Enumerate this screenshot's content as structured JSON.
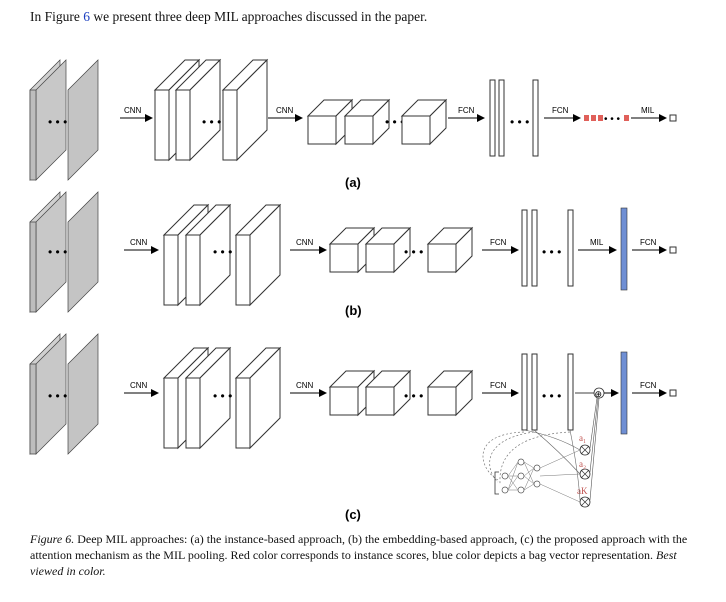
{
  "intro": {
    "pre": "In Figure ",
    "ref": "6",
    "post": " we present three deep MIL approaches discussed in the paper."
  },
  "labels": {
    "cnn": "CNN",
    "fcn": "FCN",
    "mil": "MIL",
    "dots": "• • •"
  },
  "panels": {
    "a": "(a)",
    "b": "(b)",
    "c": "(c)"
  },
  "attention": {
    "a1": "a₁",
    "a2": "a₂",
    "aK": "aK",
    "sum": "⊕",
    "mul": "⊗"
  },
  "caption": {
    "label": "Figure 6.",
    "text": " Deep MIL approaches: (a) the instance-based approach, (b) the embedding-based approach, (c) the proposed approach with the attention mechanism as the MIL pooling. Red color corresponds to instance scores, blue color depicts a bag vector representation. ",
    "emph": "Best viewed in color."
  },
  "colors": {
    "instance_score": "#e0605a",
    "bag_vector": "#6f8fd4",
    "attention_text": "#c0504d",
    "slab": "#c9c9c9"
  }
}
